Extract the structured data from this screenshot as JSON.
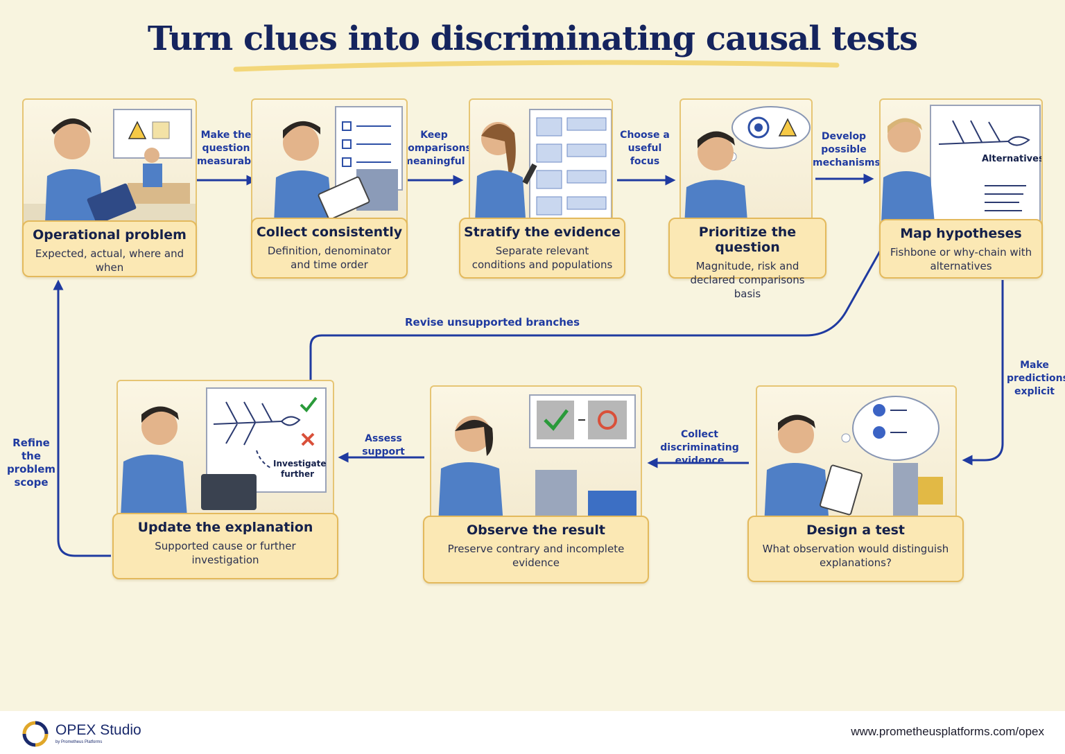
{
  "title": "Turn clues into discriminating causal tests",
  "steps": [
    {
      "title": "Operational problem",
      "desc": "Expected, actual, where and when"
    },
    {
      "title": "Collect consistently",
      "desc": "Definition, denominator and time order"
    },
    {
      "title": "Stratify the evidence",
      "desc": "Separate relevant conditions and populations"
    },
    {
      "title": "Prioritize the question",
      "desc": "Magnitude, risk and declared comparisons basis"
    },
    {
      "title": "Map hypotheses",
      "desc": "Fishbone or why-chain with alternatives",
      "board_label": "Alternatives"
    },
    {
      "title": "Design a test",
      "desc": "What observation would distinguish explanations?"
    },
    {
      "title": "Observe the result",
      "desc": "Preserve contrary and incomplete evidence"
    },
    {
      "title": "Update the explanation",
      "desc": "Supported cause or further investigation",
      "board_label": "Investigate further"
    }
  ],
  "connectors": {
    "make_measurable": "Make the question measurable",
    "keep_meaningful": "Keep comparisons meaningful",
    "choose_focus": "Choose a useful focus",
    "develop_mechanisms": "Develop possible mechanisms",
    "make_predictions": "Make predictions explicit",
    "collect_evidence": "Collect discriminating evidence",
    "assess_support": "Assess support",
    "revise_branches": "Revise unsupported branches",
    "refine_scope": "Refine the problem scope"
  },
  "footer": {
    "brand": "OPEX Studio",
    "brand_sub": "by Prometheus Platforms",
    "url": "www.prometheusplatforms.com/opex"
  },
  "colors": {
    "background": "#f8f4df",
    "caption_fill": "#fbe8b4",
    "caption_border": "#e3b95c",
    "arrow": "#1f3aa0",
    "title": "#15245e",
    "shirt": "#4f7fc6"
  }
}
